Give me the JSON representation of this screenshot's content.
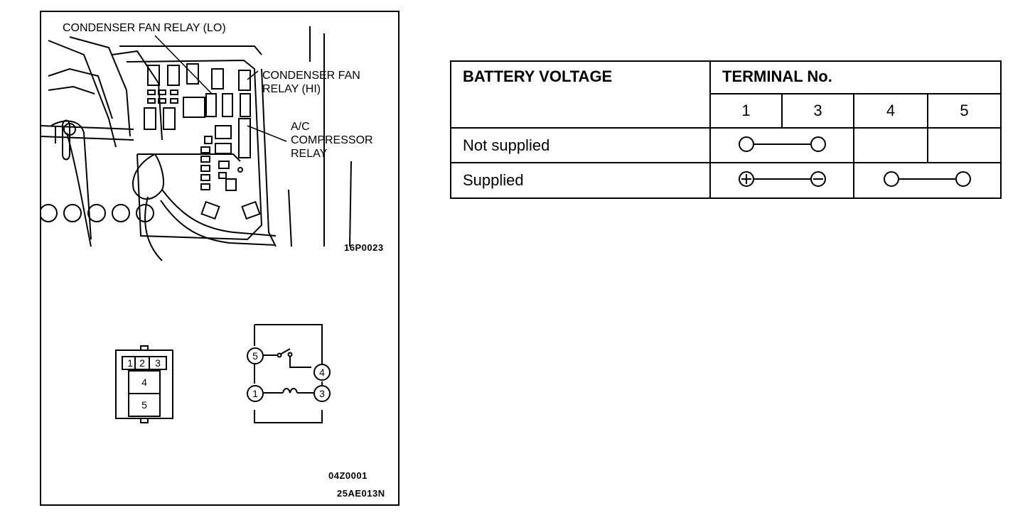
{
  "figure": {
    "labels": {
      "condenser_fan_relay_lo": "CONDENSER FAN RELAY (LO)",
      "condenser_fan_relay_hi": "CONDENSER FAN\nRELAY (HI)",
      "ac_compressor_relay": "A/C\nCOMPRESSOR\nRELAY"
    },
    "codes": {
      "photo_code": "16P0023",
      "relay_code": "04Z0001",
      "figure_code": "25AE013N"
    },
    "connector_terminals": [
      "1",
      "2",
      "3",
      "4",
      "5"
    ],
    "circuit_terminals": [
      "5",
      "4",
      "1",
      "3"
    ]
  },
  "table": {
    "header_condition": "BATTERY VOLTAGE",
    "header_terminal": "TERMINAL No.",
    "terminals": [
      "1",
      "3",
      "4",
      "5"
    ],
    "rows": [
      {
        "label": "Not supplied"
      },
      {
        "label": "Supplied"
      }
    ]
  }
}
